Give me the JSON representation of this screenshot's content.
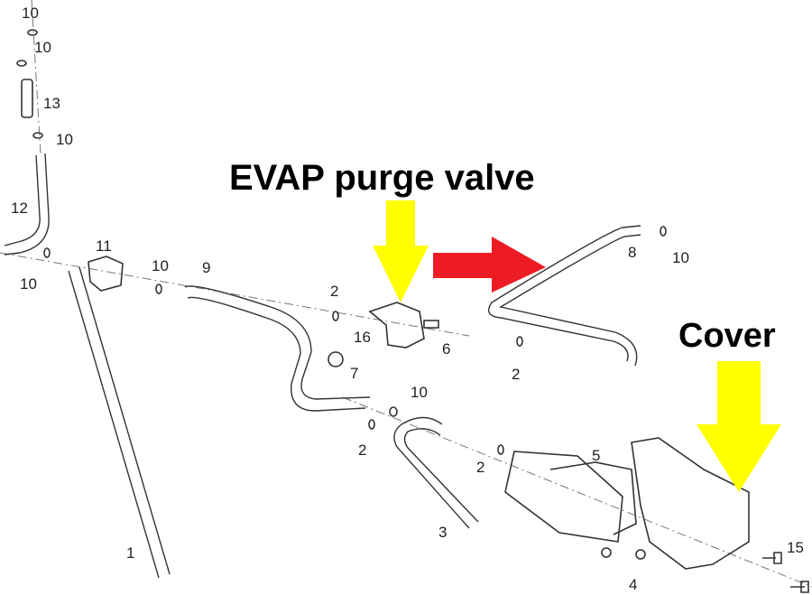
{
  "annotations": {
    "evap_label": "EVAP purge valve",
    "cover_label": "Cover"
  },
  "colors": {
    "highlight_arrow": "#ffff00",
    "direction_arrow": "#ed1c24",
    "line_art": "#333333"
  },
  "callouts": [
    "10",
    "10",
    "13",
    "10",
    "12",
    "10",
    "11",
    "10",
    "9",
    "2",
    "16",
    "6",
    "7",
    "10",
    "2",
    "8",
    "10",
    "2",
    "5",
    "2",
    "3",
    "1",
    "4",
    "15"
  ]
}
